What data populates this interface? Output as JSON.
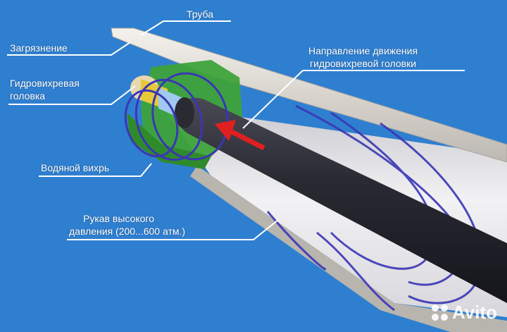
{
  "labels": {
    "pipe": "Труба",
    "contamination": "Загрязнение",
    "head_line1": "Гидровихревая",
    "head_line2": "головка",
    "vortex": "Водяной вихрь",
    "hose_line1": "Рукав высокого",
    "hose_line2": "давления (200...600 атм.)",
    "direction_line1": "Направление движения",
    "direction_line2": "гидровихревой головки"
  },
  "colors": {
    "background": "#2f7fd0",
    "pipe_outer": "#d9d5cf",
    "pipe_inner": "#ececf0",
    "contamination": "#3ea33a",
    "hose": "#2a2a33",
    "vortex": "#3b36b5",
    "arrow": "#e02020",
    "label_text": "#ffffff"
  },
  "watermark": {
    "text": "Avito"
  }
}
